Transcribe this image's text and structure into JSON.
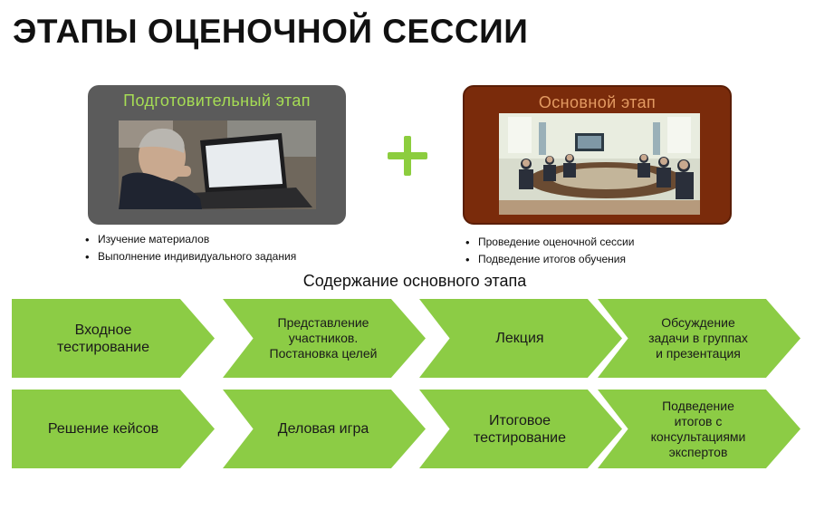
{
  "title": "ЭТАПЫ ОЦЕНОЧНОЙ СЕССИИ",
  "stages": {
    "preparatory": {
      "label": "Подготовительный этап",
      "bullets": [
        "Изучение материалов",
        "Выполнение индивидуального задания"
      ]
    },
    "main": {
      "label": "Основной этап",
      "bullets": [
        "Проведение оценочной  сессии",
        "Подведение итогов обучения"
      ]
    }
  },
  "section_heading": "Содержание основного этапа",
  "steps": [
    "Входное тестирование",
    "Представление участников. Постановка целей",
    "Лекция",
    "Обсуждение задачи в группах и презентация",
    "Решение кейсов",
    "Деловая игра",
    "Итоговое тестирование",
    "Подведение итогов с консультациями экспертов"
  ],
  "colors": {
    "chevron": "#8ccc45",
    "plus": "#8ccd3e",
    "prep_card": "#5b5b5b",
    "prep_label": "#a6dd55",
    "main_card": "#7a2b0b",
    "main_label": "#e39a62"
  }
}
